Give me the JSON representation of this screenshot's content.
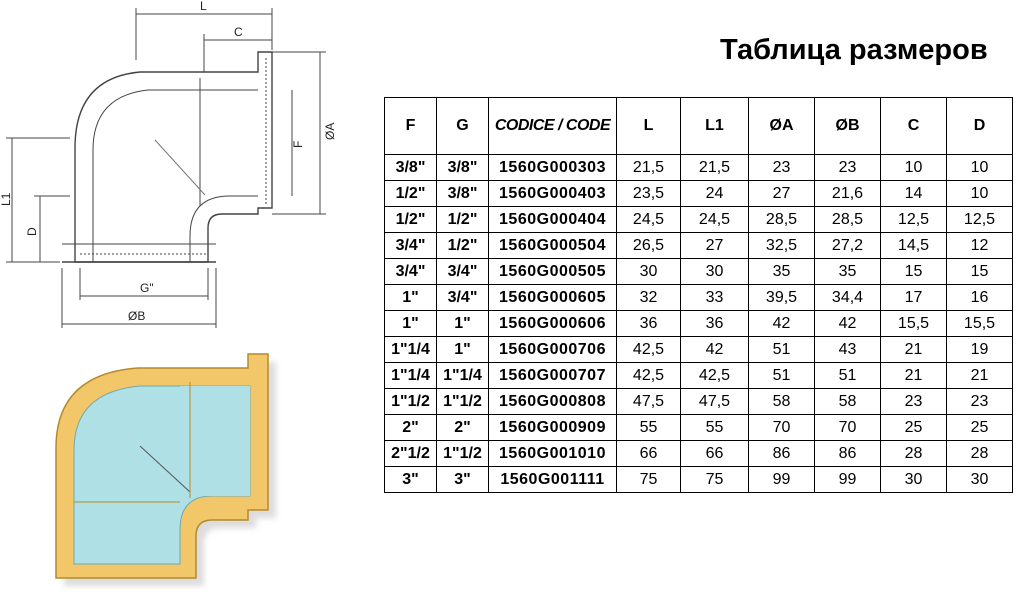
{
  "drawing": {
    "dim_L": "L",
    "dim_C": "C",
    "dim_F": "F",
    "dim_A": "ØA",
    "dim_L1": "L1",
    "dim_D": "D",
    "dim_G": "G\"",
    "dim_B": "ØB"
  },
  "title": "Таблица размеров",
  "table": {
    "headers": [
      "F",
      "G",
      "CODICE / CODE",
      "L",
      "L1",
      "ØA",
      "ØB",
      "C",
      "D"
    ],
    "rows": [
      [
        "3/8\"",
        "3/8\"",
        "1560G000303",
        "21,5",
        "21,5",
        "23",
        "23",
        "10",
        "10"
      ],
      [
        "1/2\"",
        "3/8\"",
        "1560G000403",
        "23,5",
        "24",
        "27",
        "21,6",
        "14",
        "10"
      ],
      [
        "1/2\"",
        "1/2\"",
        "1560G000404",
        "24,5",
        "24,5",
        "28,5",
        "28,5",
        "12,5",
        "12,5"
      ],
      [
        "3/4\"",
        "1/2\"",
        "1560G000504",
        "26,5",
        "27",
        "32,5",
        "27,2",
        "14,5",
        "12"
      ],
      [
        "3/4\"",
        "3/4\"",
        "1560G000505",
        "30",
        "30",
        "35",
        "35",
        "15",
        "15"
      ],
      [
        "1\"",
        "3/4\"",
        "1560G000605",
        "32",
        "33",
        "39,5",
        "34,4",
        "17",
        "16"
      ],
      [
        "1\"",
        "1\"",
        "1560G000606",
        "36",
        "36",
        "42",
        "42",
        "15,5",
        "15,5"
      ],
      [
        "1\"1/4",
        "1\"",
        "1560G000706",
        "42,5",
        "42",
        "51",
        "43",
        "21",
        "19"
      ],
      [
        "1\"1/4",
        "1\"1/4",
        "1560G000707",
        "42,5",
        "42,5",
        "51",
        "51",
        "21",
        "21"
      ],
      [
        "1\"1/2",
        "1\"1/2",
        "1560G000808",
        "47,5",
        "47,5",
        "58",
        "58",
        "23",
        "23"
      ],
      [
        "2\"",
        "2\"",
        "1560G000909",
        "55",
        "55",
        "70",
        "70",
        "25",
        "25"
      ],
      [
        "2\"1/2",
        "1\"1/2",
        "1560G001010",
        "66",
        "66",
        "86",
        "86",
        "28",
        "28"
      ],
      [
        "3\"",
        "3\"",
        "1560G001111",
        "75",
        "75",
        "99",
        "99",
        "30",
        "30"
      ]
    ]
  }
}
